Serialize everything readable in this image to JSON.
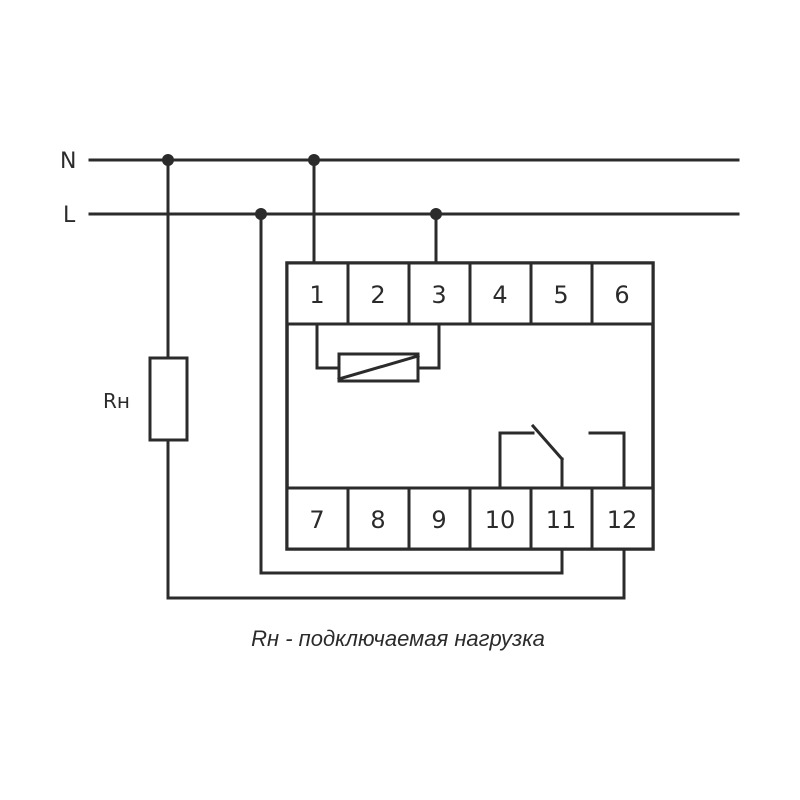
{
  "lines": {
    "neutral_label": "N",
    "live_label": "L"
  },
  "load": {
    "label": "Rн"
  },
  "terminals": {
    "top": [
      "1",
      "2",
      "3",
      "4",
      "5",
      "6"
    ],
    "bottom": [
      "7",
      "8",
      "9",
      "10",
      "11",
      "12"
    ]
  },
  "caption": "Rн - подключаемая нагрузка"
}
